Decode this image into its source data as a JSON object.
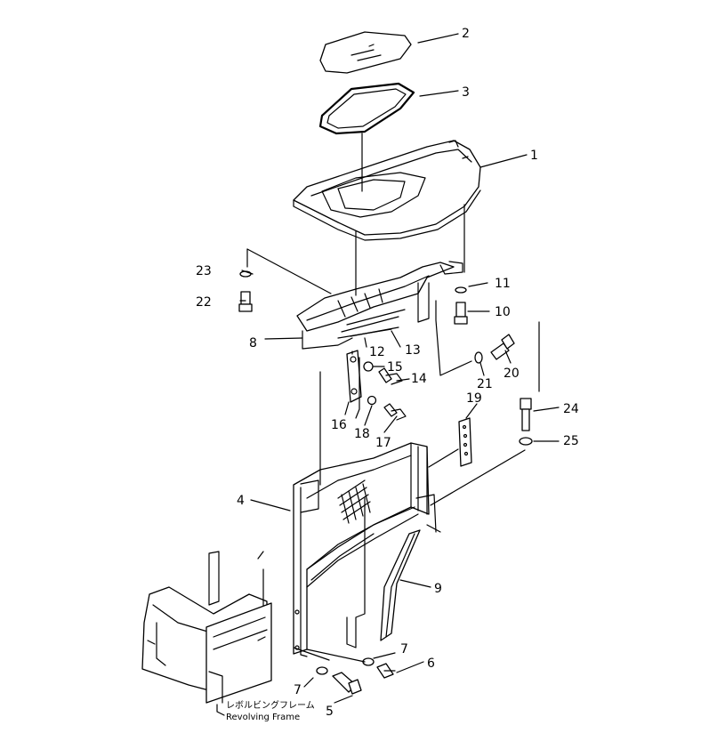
{
  "callouts": [
    {
      "id": "1",
      "text": "1"
    },
    {
      "id": "2",
      "text": "2"
    },
    {
      "id": "3",
      "text": "3"
    },
    {
      "id": "4",
      "text": "4"
    },
    {
      "id": "5",
      "text": "5"
    },
    {
      "id": "6",
      "text": "6"
    },
    {
      "id": "7a",
      "text": "7"
    },
    {
      "id": "7b",
      "text": "7"
    },
    {
      "id": "8",
      "text": "8"
    },
    {
      "id": "9",
      "text": "9"
    },
    {
      "id": "10",
      "text": "10"
    },
    {
      "id": "11",
      "text": "11"
    },
    {
      "id": "12",
      "text": "12"
    },
    {
      "id": "13",
      "text": "13"
    },
    {
      "id": "14",
      "text": "14"
    },
    {
      "id": "15",
      "text": "15"
    },
    {
      "id": "16",
      "text": "16"
    },
    {
      "id": "17",
      "text": "17"
    },
    {
      "id": "18",
      "text": "18"
    },
    {
      "id": "19",
      "text": "19"
    },
    {
      "id": "20",
      "text": "20"
    },
    {
      "id": "21",
      "text": "21"
    },
    {
      "id": "22",
      "text": "22"
    },
    {
      "id": "23",
      "text": "23"
    },
    {
      "id": "24",
      "text": "24"
    },
    {
      "id": "25",
      "text": "25"
    }
  ],
  "caption": {
    "japanese": "レボルビングフレーム",
    "english": "Revolving Frame"
  },
  "colors": {
    "ink": "#000000",
    "paper": "#ffffff"
  }
}
